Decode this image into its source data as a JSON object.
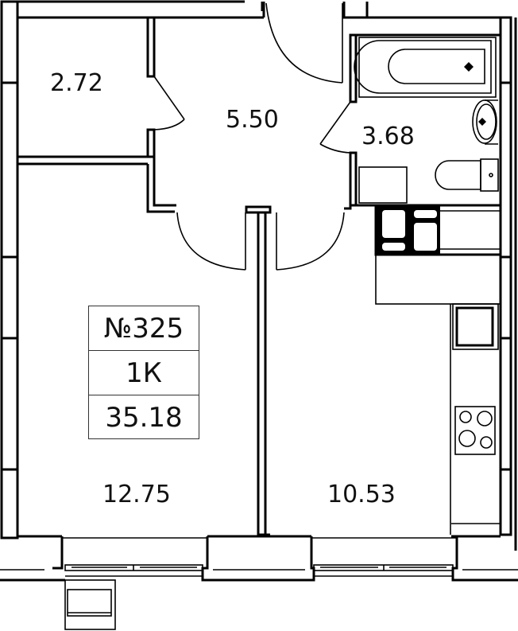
{
  "apartment": {
    "number": "№325",
    "type": "1К",
    "total_area": "35.18"
  },
  "rooms": [
    {
      "id": "storage",
      "area": "2.72"
    },
    {
      "id": "hallway",
      "area": "5.50"
    },
    {
      "id": "bathroom",
      "area": "3.68"
    },
    {
      "id": "bedroom",
      "area": "12.75"
    },
    {
      "id": "kitchen",
      "area": "10.53"
    }
  ],
  "colors": {
    "line": "#000000",
    "background": "#ffffff"
  }
}
